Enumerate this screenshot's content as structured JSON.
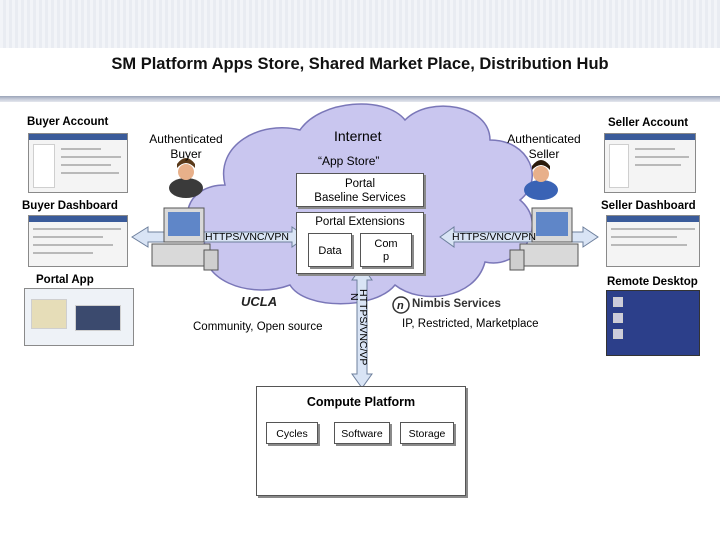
{
  "title": "SM Platform Apps Store, Shared Market Place, Distribution Hub",
  "buyer": {
    "account": "Buyer Account",
    "authenticated": [
      "Authenticated",
      "Buyer"
    ],
    "dashboard": "Buyer Dashboard",
    "app": "Portal App"
  },
  "seller": {
    "account": "Seller Account",
    "authenticated": [
      "Authenticated",
      "Seller"
    ],
    "dashboard": "Seller Dashboard",
    "remote": "Remote Desktop"
  },
  "cloud": {
    "internet": "Internet",
    "app_store": "“App Store”",
    "baseline": [
      "Portal",
      "Baseline Services"
    ],
    "extensions": "Portal Extensions",
    "data": "Data",
    "comp": [
      "Com",
      "p"
    ]
  },
  "links": {
    "left": "HTTPS/VNC/VPN",
    "right": "HTTPS/VNC/VPN",
    "vertical": [
      "HTTPS/VNC/VP",
      "N"
    ]
  },
  "ucla": {
    "logo": "UCLA",
    "caption": "Community, Open source"
  },
  "nimbis": {
    "logo": "Nimbis Services",
    "caption": "IP, Restricted, Marketplace"
  },
  "compute": {
    "title": "Compute Platform",
    "items": [
      "Cycles",
      "Software",
      "Storage"
    ]
  },
  "colors": {
    "cloud": "#c9c6ef",
    "cloud_stroke": "#7a77b8",
    "arrow": "#d9e4f5",
    "arrow_stroke": "#6d7f9c"
  }
}
